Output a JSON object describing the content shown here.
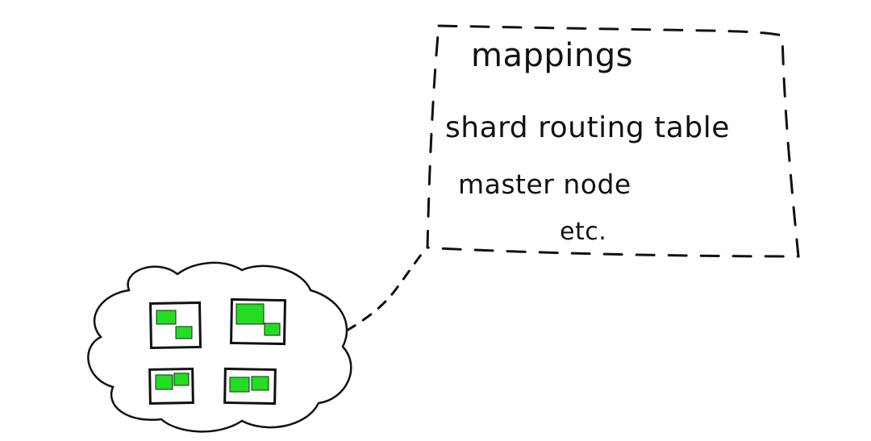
{
  "callout": {
    "lines": [
      "mappings",
      "shard routing table",
      "master node",
      "etc."
    ]
  },
  "colors": {
    "ink": "#111111",
    "shard": "#22dd22",
    "background": "#ffffff"
  },
  "cluster": {
    "nodes": [
      {
        "shards": 2
      },
      {
        "shards": 2
      },
      {
        "shards": 2
      },
      {
        "shards": 2
      }
    ]
  }
}
